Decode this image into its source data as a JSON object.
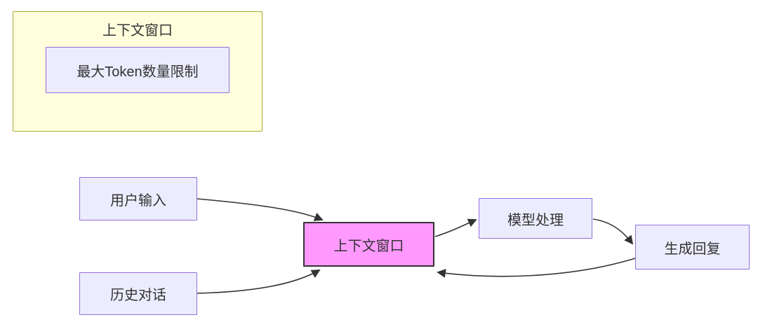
{
  "diagram": {
    "type": "flowchart",
    "subgraph": {
      "title": "上下文窗口",
      "inner_node": "最大Token数量限制"
    },
    "nodes": {
      "user_input": "用户输入",
      "history_dialog": "历史对话",
      "context_window": "上下文窗口",
      "model_processing": "模型处理",
      "generate_reply": "生成回复"
    },
    "edges": [
      {
        "from": "用户输入",
        "to": "上下文窗口"
      },
      {
        "from": "历史对话",
        "to": "上下文窗口"
      },
      {
        "from": "上下文窗口",
        "to": "模型处理"
      },
      {
        "from": "模型处理",
        "to": "生成回复"
      },
      {
        "from": "生成回复",
        "to": "上下文窗口"
      }
    ],
    "colors": {
      "node_fill": "#ECECFF",
      "node_border": "#9370DB",
      "subgraph_fill": "#FFFFDE",
      "subgraph_border": "#AAAA33",
      "highlight_fill": "#FF99FF",
      "highlight_border": "#333333",
      "edge_color": "#333333"
    }
  }
}
